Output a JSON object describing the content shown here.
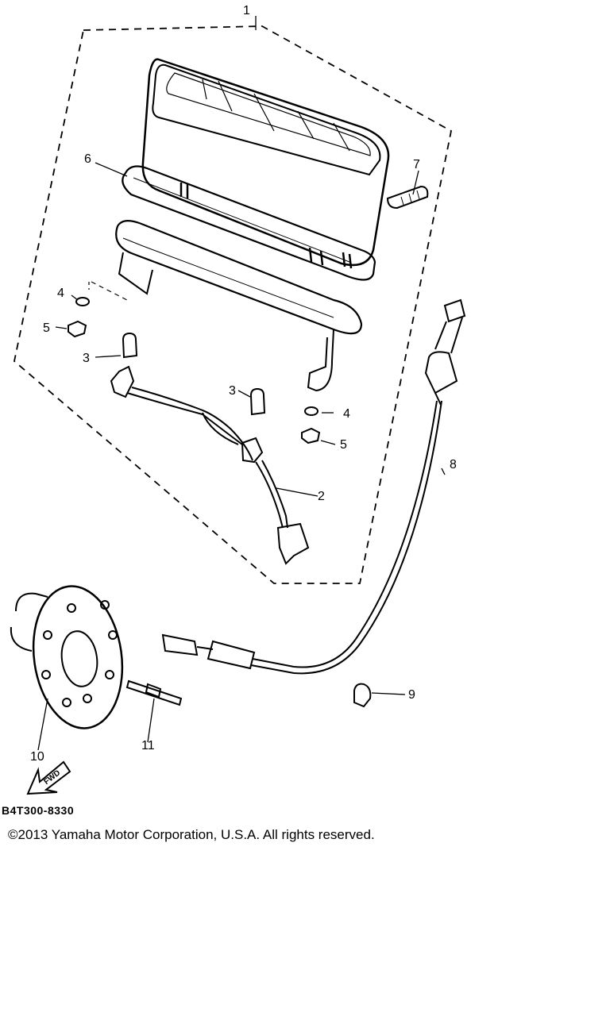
{
  "callouts": [
    "1",
    "2",
    "3",
    "4",
    "5",
    "6",
    "7",
    "8",
    "9",
    "10",
    "11"
  ],
  "fwd_label": "FWD",
  "diagram_code": "B4T300-8330",
  "copyright": "©2013 Yamaha Motor Corporation, U.S.A. All rights reserved."
}
